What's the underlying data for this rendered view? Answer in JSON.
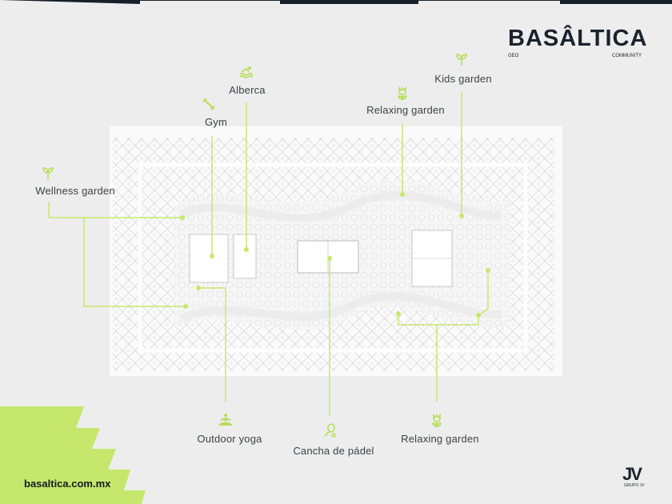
{
  "brand": {
    "name": "BASÂLTICA",
    "sub_left": "GEO",
    "sub_right": "COMMUNITY"
  },
  "footer": {
    "url": "basaltica.com.mx",
    "developer_logo": "JV",
    "developer_name": "GRUPO JV"
  },
  "colors": {
    "accent": "#c5e86c",
    "dark": "#16202a",
    "background": "#ededed"
  },
  "amenities": [
    {
      "label": "Wellness garden",
      "icon": "sprout-icon"
    },
    {
      "label": "Gym",
      "icon": "dumbbell-icon"
    },
    {
      "label": "Alberca",
      "icon": "swimmer-icon"
    },
    {
      "label": "Relaxing garden",
      "icon": "tulip-icon"
    },
    {
      "label": "Kids garden",
      "icon": "sprout-icon"
    },
    {
      "label": "Outdoor yoga",
      "icon": "meditation-icon"
    },
    {
      "label": "Cancha de pádel",
      "icon": "racket-icon"
    },
    {
      "label": "Relaxing garden",
      "icon": "tulip-icon"
    }
  ]
}
